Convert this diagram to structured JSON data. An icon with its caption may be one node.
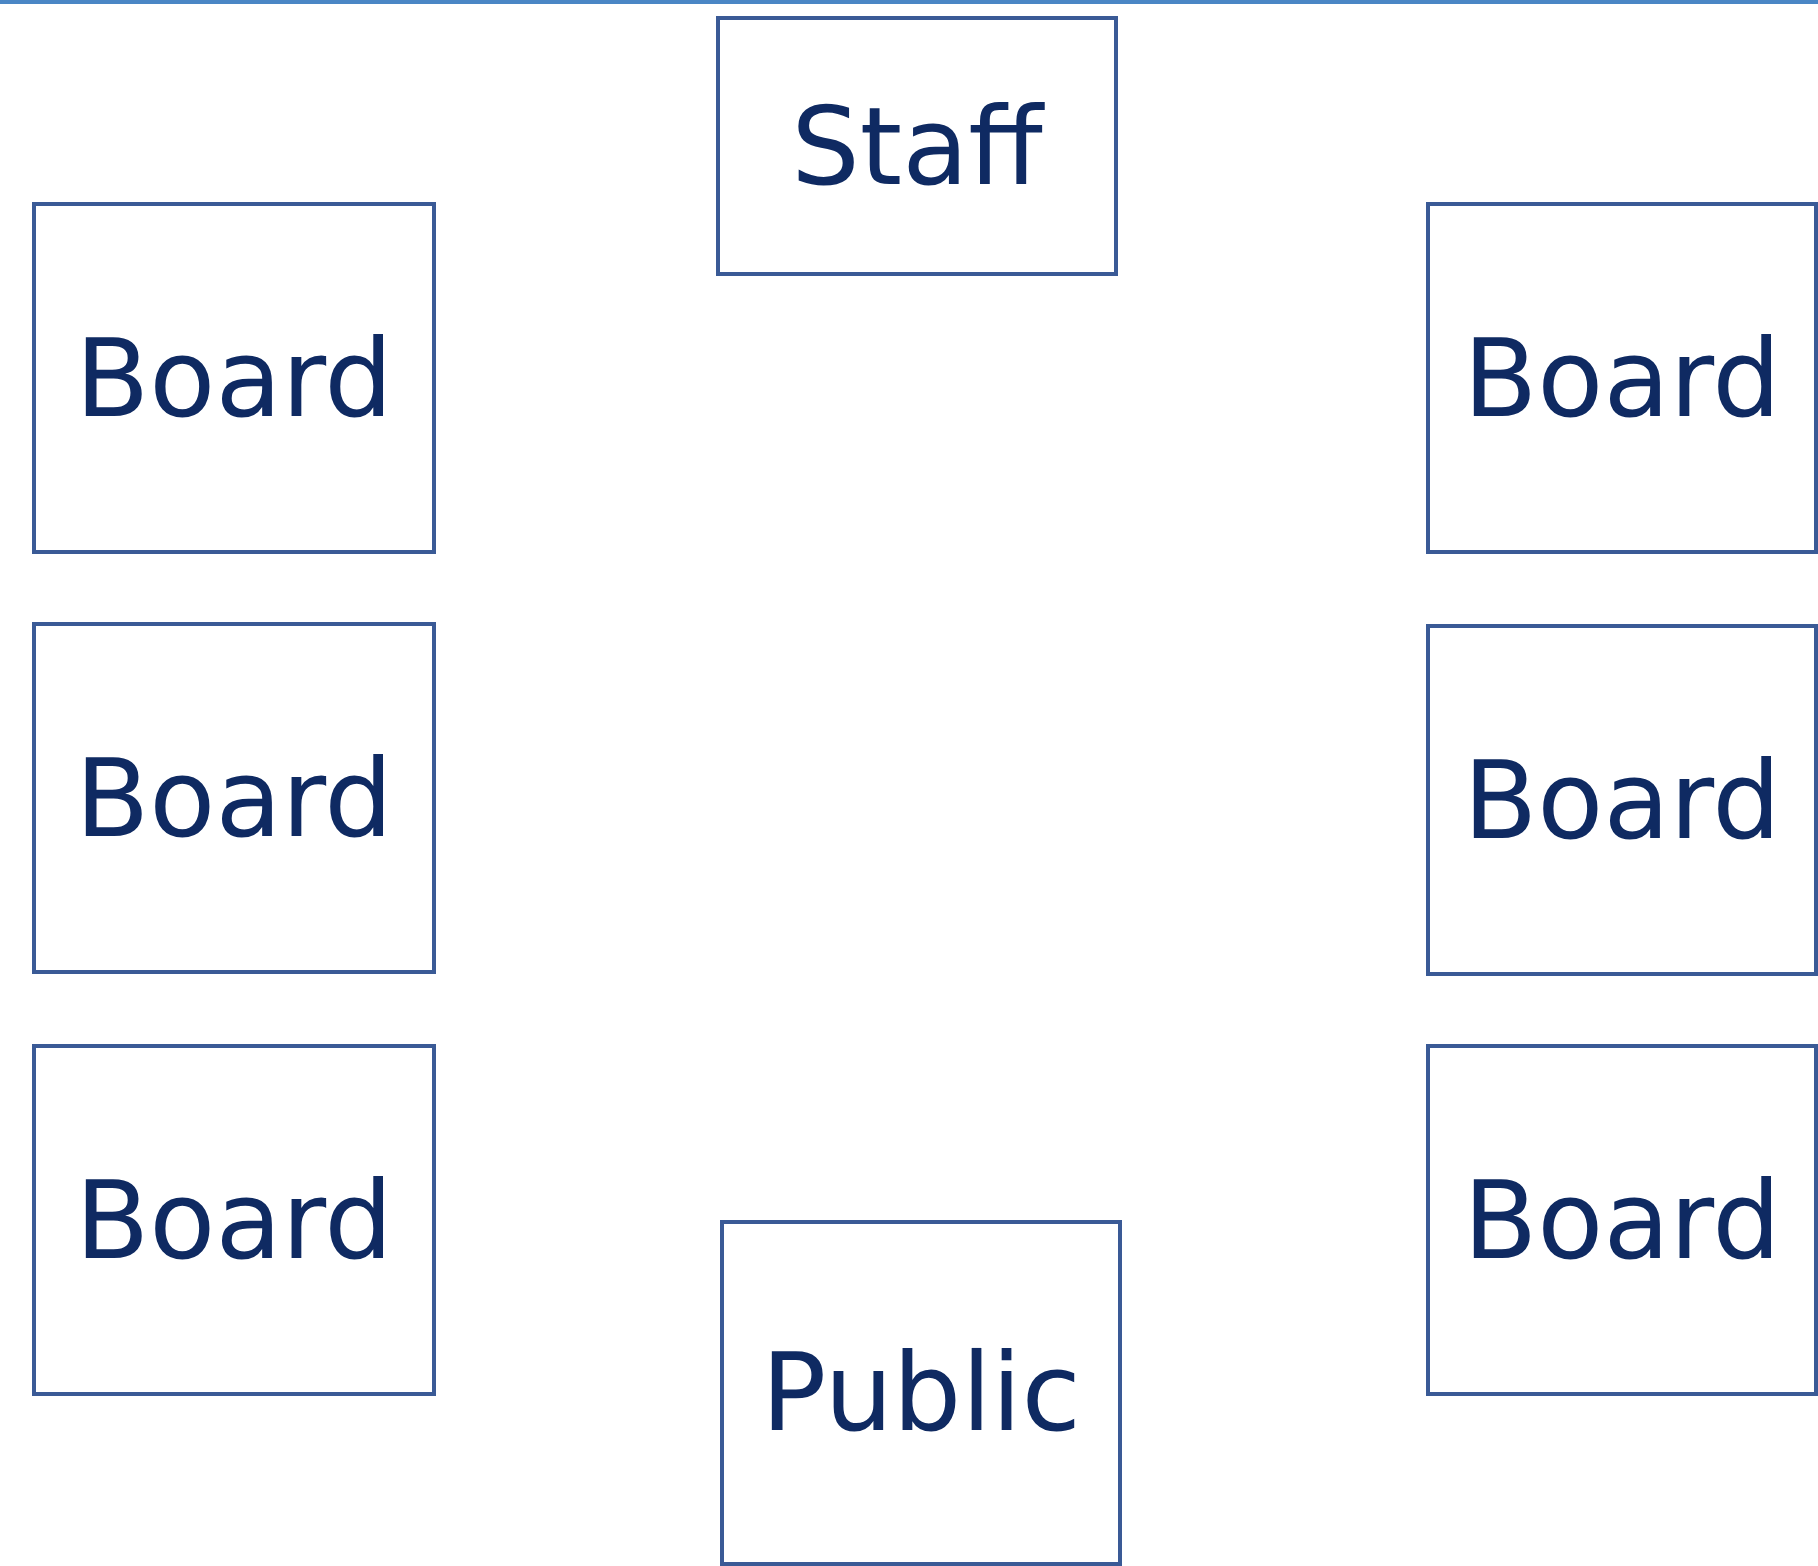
{
  "diagram": {
    "nodes": [
      {
        "text": [
          "Staff"
        ]
      },
      {
        "text": [
          "Board"
        ]
      },
      {
        "text": [
          "Board"
        ]
      },
      {
        "text": [
          "Board"
        ]
      },
      {
        "text": [
          "Board"
        ]
      },
      {
        "text": [
          "Board"
        ]
      },
      {
        "text": [
          "Board"
        ]
      },
      {
        "text": [
          "Public"
        ]
      }
    ]
  }
}
